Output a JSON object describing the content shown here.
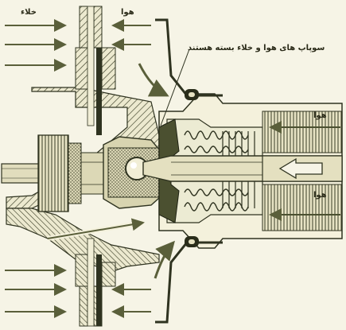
{
  "labels": {
    "vacuum": "خلاء",
    "air_top": "هوا",
    "valves_closed": "سوپاپ های هوا و خلاء بسته هستند",
    "air_right_upper": "هوا",
    "air_right_lower": "هوا"
  },
  "colors": {
    "background": "#f6f4e6",
    "ink": "#2f3320",
    "body_fill": "#e9e6c8",
    "hatch": "#3a3d26",
    "dark_fill": "#4b5030",
    "arrow": "#5a5f3a",
    "accent_dark": "#1f2214"
  }
}
